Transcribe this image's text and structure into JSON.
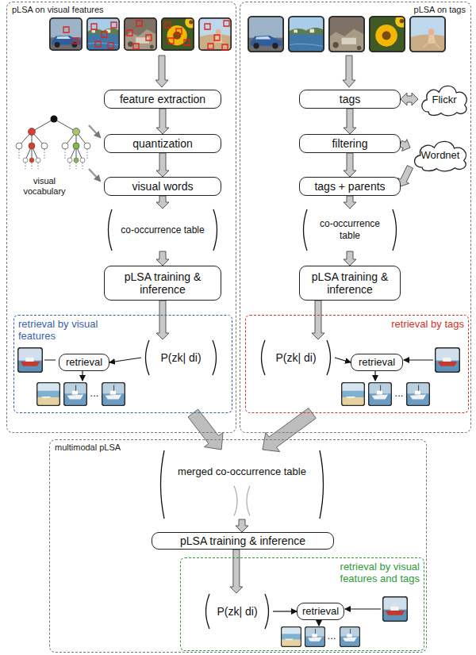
{
  "diagram": {
    "nodes": [
      {
        "text": [
          "pLSA on visual features"
        ]
      },
      {
        "text": [
          "feature extraction"
        ],
        "in": 0
      },
      {
        "text": [
          "quantization"
        ],
        "in": 0
      },
      {
        "text": [
          "visual words"
        ],
        "in": 0
      },
      {
        "text": [
          "co-occurrence table"
        ],
        "in": 0
      },
      {
        "text": [
          "pLSA training & inference"
        ],
        "in": 0
      },
      {
        "text": [
          "retrieval by visual features"
        ],
        "in": 0
      },
      {
        "text": [
          "retrieval"
        ],
        "in": 6
      },
      {
        "text": [
          "P(zk| di)"
        ],
        "in": 6
      },
      {
        "text": [
          "pLSA on tags"
        ]
      },
      {
        "text": [
          "tags"
        ],
        "in": 9
      },
      {
        "text": [
          "Flickr"
        ],
        "in": 9
      },
      {
        "text": [
          "filtering"
        ],
        "in": 9
      },
      {
        "text": [
          "Wordnet"
        ],
        "in": 9
      },
      {
        "text": [
          "tags + parents"
        ],
        "in": 9
      },
      {
        "text": [
          "co-occurrence table"
        ],
        "in": 9
      },
      {
        "text": [
          "pLSA training & inference"
        ],
        "in": 9
      },
      {
        "text": [
          "retrieval by tags"
        ],
        "in": 9
      },
      {
        "text": [
          "P(zk| di)"
        ],
        "in": 17
      },
      {
        "text": [
          "retrieval"
        ],
        "in": 17
      },
      {
        "text": [
          "multimodal pLSA"
        ]
      },
      {
        "text": [
          "merged co-occurrence table"
        ],
        "in": 20
      },
      {
        "text": [
          "pLSA training & inference"
        ],
        "in": 20
      },
      {
        "text": [
          "retrieval by visual features and tags"
        ],
        "in": 20
      },
      {
        "text": [
          "P(zk| di)"
        ],
        "in": 23
      },
      {
        "text": [
          "retrieval"
        ],
        "in": 23
      }
    ],
    "edges": [
      {
        "from": 1,
        "to": 2,
        "arrow": "to"
      },
      {
        "from": 2,
        "to": 3,
        "arrow": "to"
      },
      {
        "from": 3,
        "to": 4,
        "arrow": "to"
      },
      {
        "from": 4,
        "to": 5,
        "arrow": "to"
      },
      {
        "from": 5,
        "to": 8,
        "arrow": "to"
      },
      {
        "from": 8,
        "to": 7,
        "arrow": "to"
      },
      {
        "from": 10,
        "to": 11,
        "arrow": "both"
      },
      {
        "from": 10,
        "to": 12,
        "arrow": "to"
      },
      {
        "from": 12,
        "to": 13,
        "arrow": "to"
      },
      {
        "from": 13,
        "to": 14,
        "arrow": "to"
      },
      {
        "from": 12,
        "to": 14,
        "arrow": "to"
      },
      {
        "from": 14,
        "to": 15,
        "arrow": "to"
      },
      {
        "from": 15,
        "to": 16,
        "arrow": "to"
      },
      {
        "from": 16,
        "to": 18,
        "arrow": "to"
      },
      {
        "from": 18,
        "to": 19,
        "arrow": "to"
      },
      {
        "from": 6,
        "to": 21,
        "arrow": "to"
      },
      {
        "from": 17,
        "to": 21,
        "arrow": "to"
      },
      {
        "from": 21,
        "to": 22,
        "arrow": "to"
      },
      {
        "from": 22,
        "to": 24,
        "arrow": "to"
      },
      {
        "from": 24,
        "to": 25,
        "arrow": "to"
      }
    ],
    "labels": [
      "visual vocabulary",
      "...",
      "...",
      "..."
    ]
  }
}
